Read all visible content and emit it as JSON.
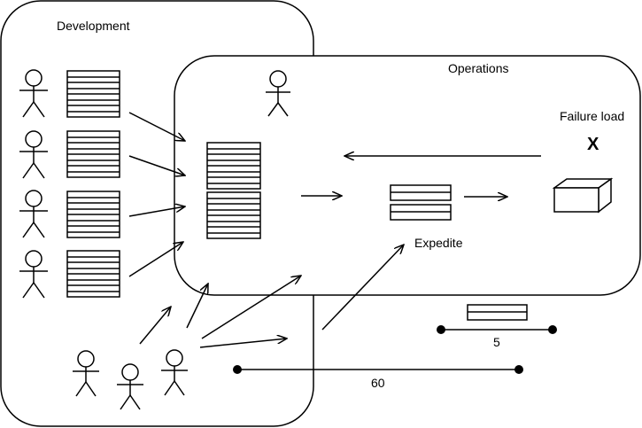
{
  "diagram": {
    "development_label": "Development",
    "operations_label": "Operations",
    "failure_load_label": "Failure load",
    "failure_mark": "X",
    "expedite_label": "Expedite",
    "long_timeline_value": "60",
    "short_timeline_value": "5",
    "colors": {
      "stroke": "#000000",
      "background": "#ffffff"
    }
  }
}
